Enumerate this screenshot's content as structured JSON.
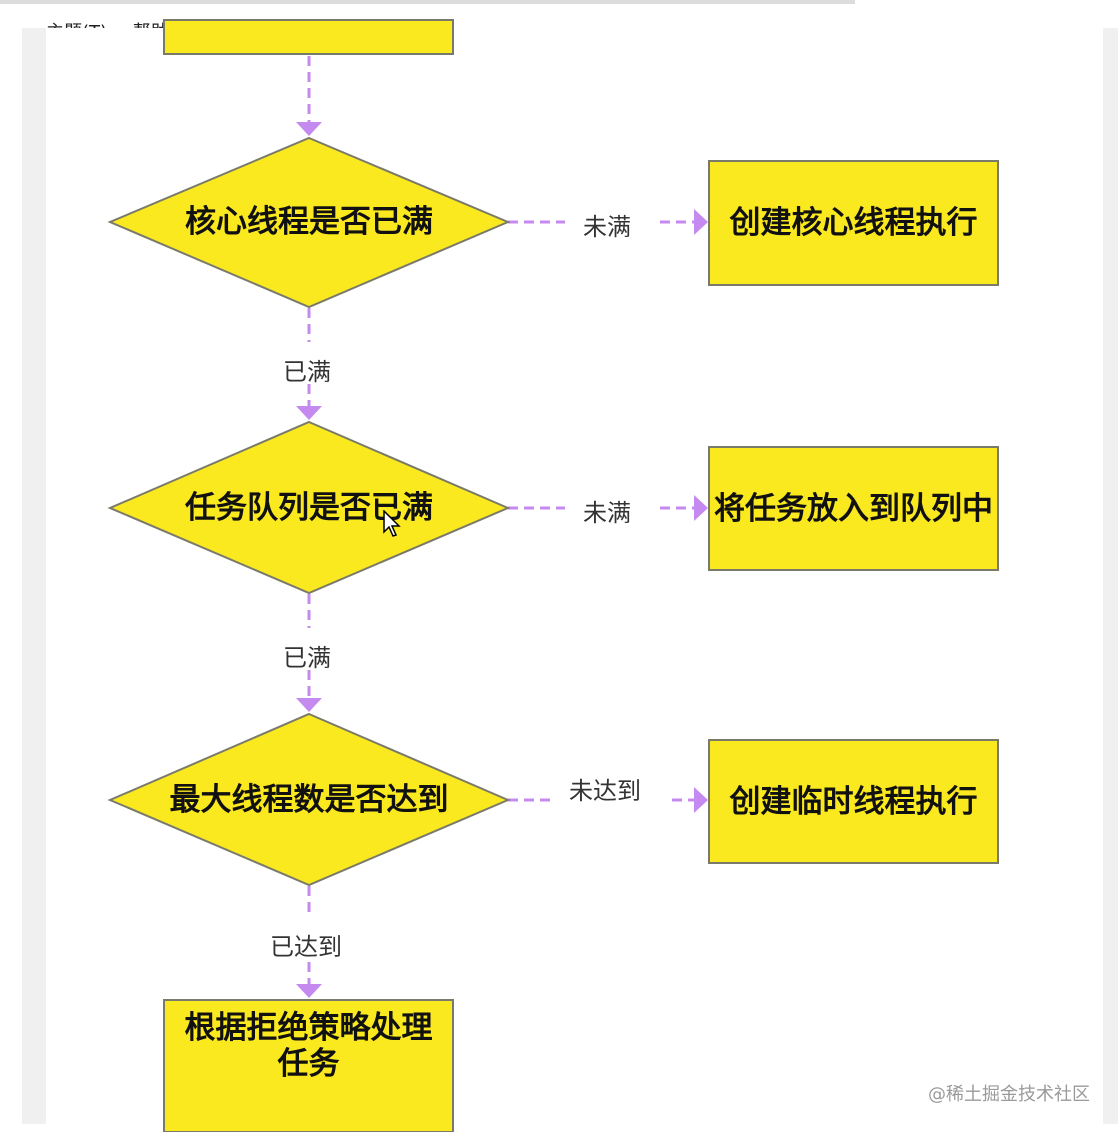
{
  "menu": {
    "items": [
      "主题(T)",
      "帮助(H)"
    ]
  },
  "diagram": {
    "nodes": {
      "decision_core": "核心线程是否已满",
      "action_core": "创建核心线程执行",
      "decision_queue": "任务队列是否已满",
      "action_queue": "将任务放入到队列中",
      "decision_max": "最大线程数是否达到",
      "action_temp": "创建临时线程执行",
      "action_reject": "根据拒绝策略处理任务"
    },
    "edges": {
      "core_not_full": "未满",
      "core_full": "已满",
      "queue_not_full": "未满",
      "queue_full": "已满",
      "max_not_reached": "未达到",
      "max_reached": "已达到"
    }
  },
  "colors": {
    "node_fill": "#fbe91f",
    "node_stroke": "#7a7a6a",
    "arrow": "#c48af0"
  },
  "watermark": "@稀土掘金技术社区"
}
